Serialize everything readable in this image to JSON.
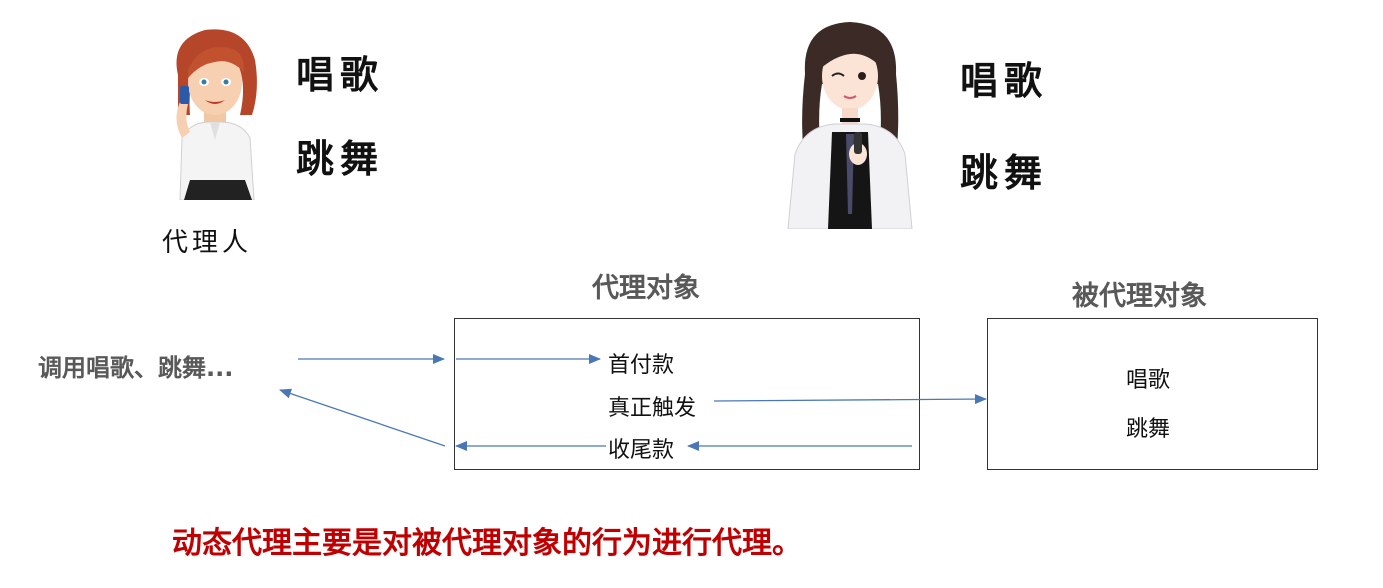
{
  "agent": {
    "caption": "代理人",
    "skills": [
      "唱歌",
      "跳舞"
    ]
  },
  "star": {
    "skills": [
      "唱歌",
      "跳舞"
    ]
  },
  "proxy": {
    "title": "代理对象",
    "steps": [
      "首付款",
      "真正触发",
      "收尾款"
    ]
  },
  "target": {
    "title": "被代理对象",
    "methods": [
      "唱歌",
      "跳舞"
    ]
  },
  "caller": {
    "label": "调用唱歌、跳舞..."
  },
  "summary": "动态代理主要是对被代理对象的行为进行代理。",
  "colors": {
    "arrow": "#4a78b5",
    "summary": "#c00000",
    "title_gray": "#595959"
  }
}
